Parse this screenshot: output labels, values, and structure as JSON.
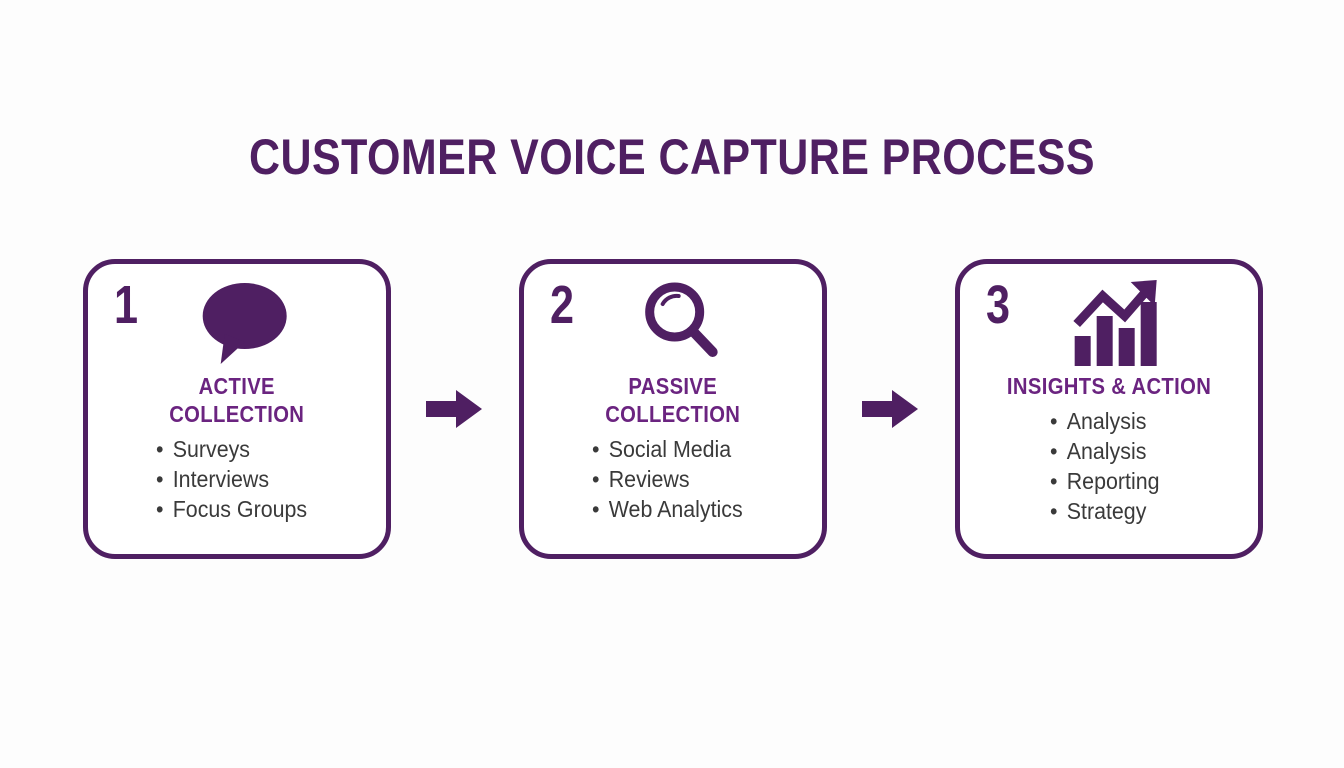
{
  "title": "CUSTOMER VOICE CAPTURE PROCESS",
  "colors": {
    "brand_purple": "#4f1f62",
    "heading_purple": "#6b2480",
    "body_text": "#3a3a3a",
    "background": "#fdfdfd",
    "card_fill": "#ffffff"
  },
  "steps": [
    {
      "number": "1",
      "icon": "speech-bubble-icon",
      "heading": "ACTIVE\nCOLLECTION",
      "items": [
        "Surveys",
        "Interviews",
        "Focus Groups"
      ]
    },
    {
      "number": "2",
      "icon": "magnifying-glass-icon",
      "heading": "PASSIVE\nCOLLECTION",
      "items": [
        "Social Media",
        "Reviews",
        "Web Analytics"
      ]
    },
    {
      "number": "3",
      "icon": "growth-bar-chart-icon",
      "heading": "INSIGHTS & ACTION",
      "items": [
        "Analysis",
        "Analysis",
        "Reporting",
        "Strategy"
      ]
    }
  ],
  "connectors": [
    {
      "icon": "arrow-right-icon"
    },
    {
      "icon": "arrow-right-icon"
    }
  ]
}
